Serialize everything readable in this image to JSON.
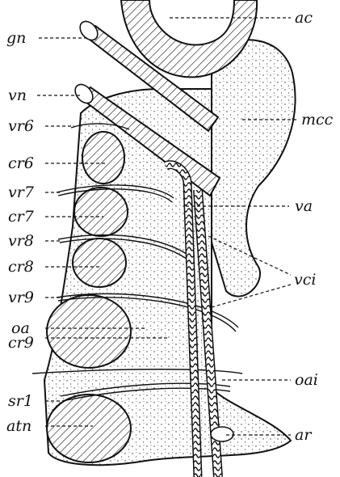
{
  "figure": {
    "labels": {
      "ac": "ac",
      "gn": "gn",
      "vn": "vn",
      "mcc": "mcc",
      "vr6": "vr6",
      "cr6": "cr6",
      "vr7": "vr7",
      "va": "va",
      "cr7": "cr7",
      "vr8": "vr8",
      "cr8": "cr8",
      "vci": "vci",
      "vr9": "vr9",
      "oa": "oa",
      "cr9": "cr9",
      "oai": "oai",
      "sr1": "sr1",
      "ar": "ar",
      "atn": "atn"
    }
  }
}
